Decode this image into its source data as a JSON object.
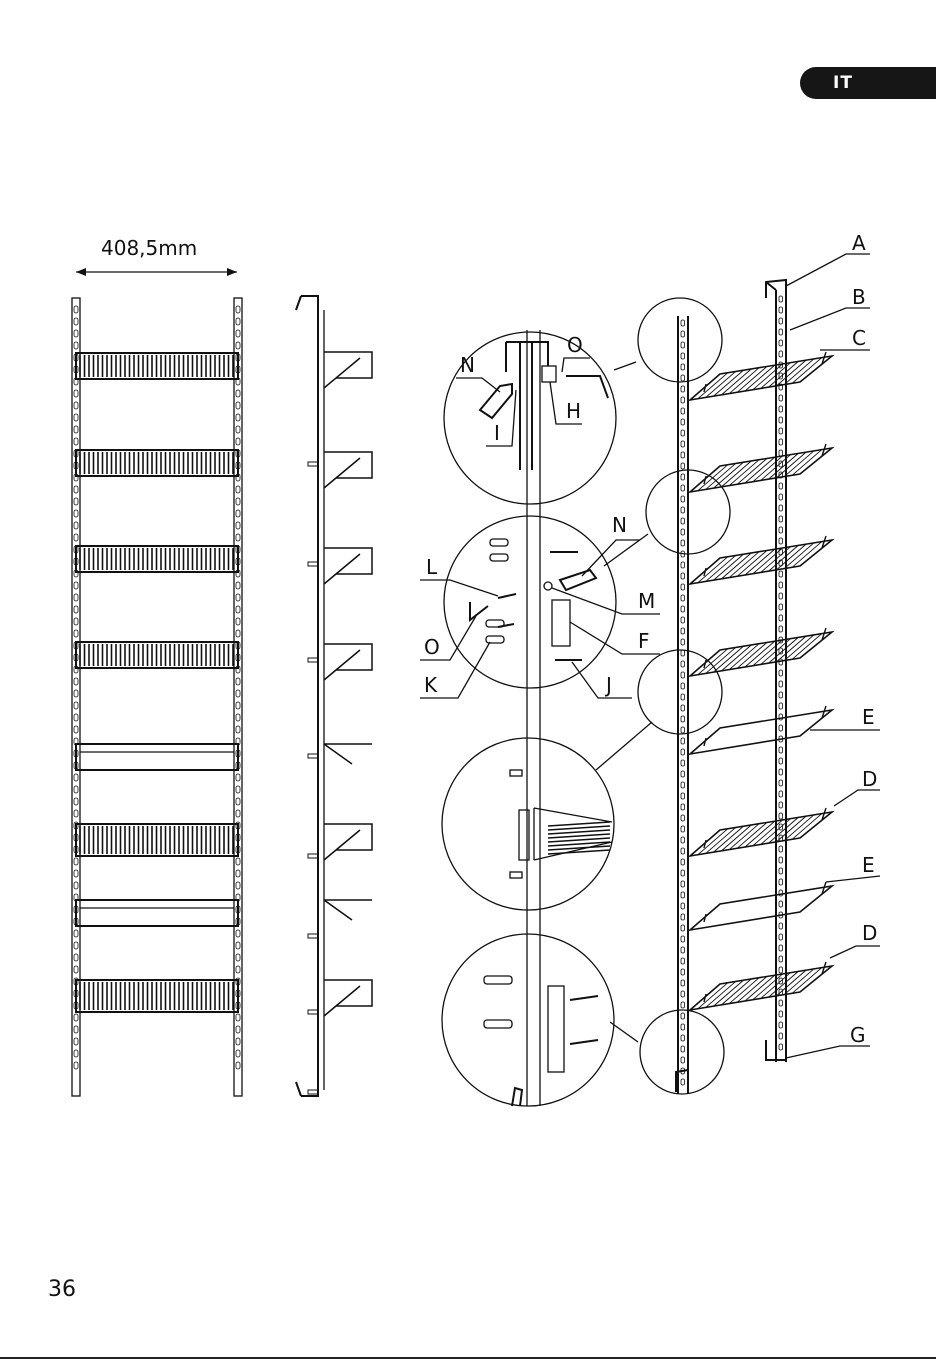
{
  "header": {
    "language_code": "IT"
  },
  "footer": {
    "page_number": "36"
  },
  "dimension": {
    "width_label": "408,5mm"
  },
  "callouts": {
    "A": "A",
    "B": "B",
    "C": "C",
    "D1": "D",
    "D2": "D",
    "E1": "E",
    "E2": "E",
    "F": "F",
    "G": "G",
    "H": "H",
    "I": "I",
    "J": "J",
    "K": "K",
    "L": "L",
    "M": "M",
    "N1": "N",
    "N2": "N",
    "O1": "O",
    "O2": "O"
  }
}
